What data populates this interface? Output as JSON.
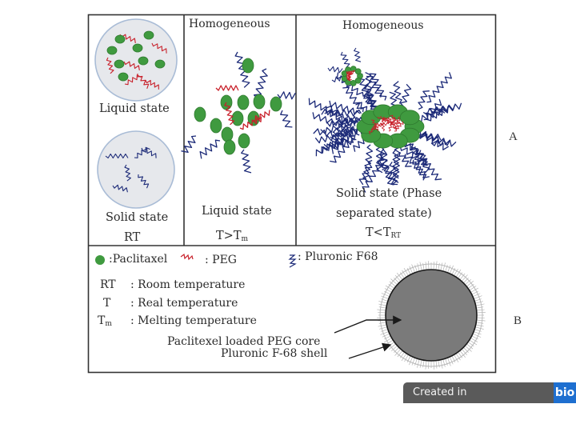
{
  "panel_a": {
    "col1": {
      "liquid_label": "Liquid state",
      "solid_label": "Solid state",
      "condition": "RT"
    },
    "col2": {
      "header": "Homogeneous",
      "state_label": "Liquid state",
      "condition_main": "T>T",
      "condition_sub": "m"
    },
    "col3": {
      "header": "Homogeneous",
      "state_line1": "Solid state (Phase",
      "state_line2": "separated state)",
      "condition_main": "T<T",
      "condition_sub": "RT"
    },
    "side_label": "A"
  },
  "panel_b": {
    "legend": {
      "paclitaxel": ":Paclitaxel",
      "peg": ": PEG",
      "pluronic": ": Pluronic F68"
    },
    "abbreviations": [
      {
        "abbr": "RT",
        "abbr_sub": "",
        "desc": ": Room temperature"
      },
      {
        "abbr": "T",
        "abbr_sub": "",
        "desc": ": Real temperature"
      },
      {
        "abbr": "T",
        "abbr_sub": "m",
        "desc": ": Melting temperature"
      }
    ],
    "core_label": "Paclitexel loaded PEG core",
    "shell_label": "Pluronic F-68 shell",
    "side_label": "B"
  },
  "colors": {
    "paclitaxel_green": "#3f9a3f",
    "peg_red": "#c8202a",
    "pluronic_navy": "#1c2a78",
    "droplet_fill": "#e6e8ec",
    "droplet_stroke": "#a9bcd6",
    "core_gray": "#7a7a7a"
  },
  "watermark": {
    "prefix": "Created in ",
    "brand": "BioRender.com",
    "logo": "bio"
  }
}
